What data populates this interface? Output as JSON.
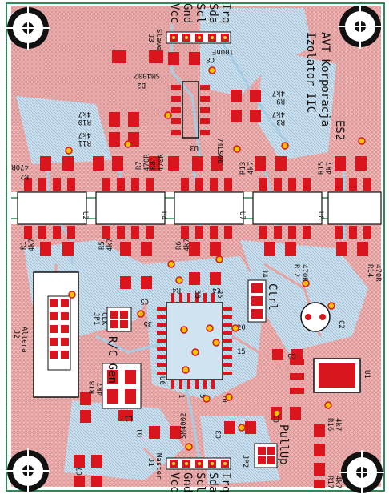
{
  "board": {
    "title_lines": [
      "Izolator IIC",
      "AVT Korporacja",
      "ES2"
    ],
    "colors": {
      "background": "#ffffff",
      "copper_top": "#e8a3a3",
      "copper_bottom": "#a6cde4",
      "hatch": "#d98e8e",
      "pad": "#d9161e",
      "pad_hole": "#f0e02a",
      "via": "#f2c200",
      "silkscreen": "#111111",
      "outline": "#2e8b57"
    }
  },
  "headers": {
    "j3": {
      "ref": "J3",
      "name": "Slave",
      "pins": [
        "Vcc",
        "Gnd",
        "Scl",
        "Sda",
        "Irq"
      ]
    },
    "j1": {
      "ref": "J1",
      "name": "Master",
      "pins": [
        "Vcc",
        "Gnd",
        "Scl",
        "Sda",
        "Irq"
      ]
    },
    "j2": {
      "ref": "J2",
      "name": "Altera"
    },
    "j4": {
      "ref": "J4",
      "name": "Ctrl"
    },
    "jp1": {
      "ref": "JP1",
      "name": "CLK"
    },
    "jp2": {
      "ref": "JP2",
      "name": "PullUp"
    }
  },
  "optocouplers": [
    "U2",
    "U4",
    "U7",
    "U8"
  ],
  "ics": {
    "u3": {
      "ref": "U3",
      "part": "74LS06"
    },
    "u6": {
      "ref": "U6",
      "pin_marks": [
        "35",
        "30",
        "25",
        "20",
        "15",
        "10",
        "5",
        "1"
      ]
    },
    "u1": {
      "ref": "U1"
    }
  },
  "generator_label": "R/C Gen",
  "components": [
    {
      "ref": "R1",
      "value": "4k7"
    },
    {
      "ref": "R2",
      "value": "470R"
    },
    {
      "ref": "R3",
      "value": "4k7"
    },
    {
      "ref": "R4",
      "value": ""
    },
    {
      "ref": "R5",
      "value": "4k7"
    },
    {
      "ref": "R6",
      "value": "4k7"
    },
    {
      "ref": "R7",
      "value": "470R"
    },
    {
      "ref": "R8",
      "value": "470R"
    },
    {
      "ref": "R9",
      "value": "4k7"
    },
    {
      "ref": "R10",
      "value": "4k7"
    },
    {
      "ref": "R11",
      "value": "4k7"
    },
    {
      "ref": "R12",
      "value": "470R"
    },
    {
      "ref": "R13",
      "value": "4k7"
    },
    {
      "ref": "R14",
      "value": "470R"
    },
    {
      "ref": "R15",
      "value": "4k7"
    },
    {
      "ref": "R16",
      "value": "4k7"
    },
    {
      "ref": "R17",
      "value": "4k7"
    },
    {
      "ref": "R18",
      "value": "4k7"
    }
  ],
  "capacitors": [
    "C1",
    "C2",
    "C3",
    "C5",
    "C6",
    "C7",
    "C8"
  ],
  "cap_c8_value": "100nF",
  "diodes": [
    {
      "ref": "D1",
      "part": "SM4002"
    },
    {
      "ref": "D2",
      "part": "SM4002"
    }
  ],
  "other_refs": [
    "L1",
    "J1"
  ]
}
